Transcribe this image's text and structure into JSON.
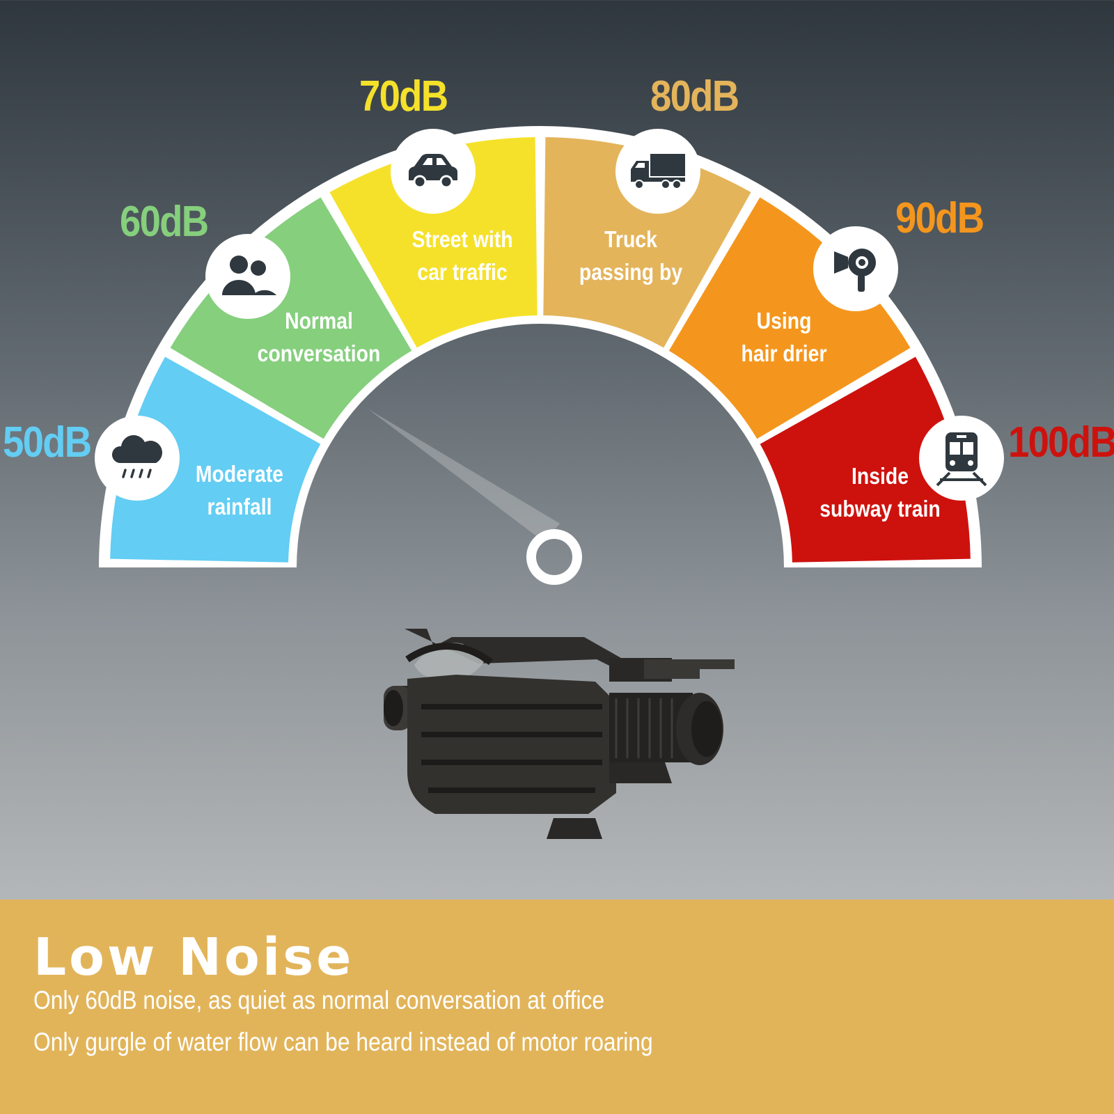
{
  "gauge": {
    "levels": [
      {
        "db": "50dB",
        "label_line1": "Moderate",
        "label_line2": "rainfall",
        "icon": "cloud-rain-icon",
        "color": "#63cdf3"
      },
      {
        "db": "60dB",
        "label_line1": "Normal",
        "label_line2": "conversation",
        "icon": "people-icon",
        "color": "#85cf7d"
      },
      {
        "db": "70dB",
        "label_line1": "Street with",
        "label_line2": "car traffic",
        "icon": "car-icon",
        "color": "#f5e12a"
      },
      {
        "db": "80dB",
        "label_line1": "Truck",
        "label_line2": "passing by",
        "icon": "truck-icon",
        "color": "#e4b45b"
      },
      {
        "db": "90dB",
        "label_line1": "Using",
        "label_line2": "hair drier",
        "icon": "hair-dryer-icon",
        "color": "#f4961d"
      },
      {
        "db": "100dB",
        "label_line1": "Inside",
        "label_line2": "subway train",
        "icon": "train-icon",
        "color": "#cd120e"
      }
    ],
    "needle_points_to": "60dB"
  },
  "product": {
    "image": "pool-pump-image"
  },
  "banner": {
    "title": "Low Noise",
    "line1": "Only 60dB noise, as quiet as normal conversation at office",
    "line2": "Only gurgle of water flow can be heard instead of motor roaring",
    "background": "#e2b45a"
  }
}
